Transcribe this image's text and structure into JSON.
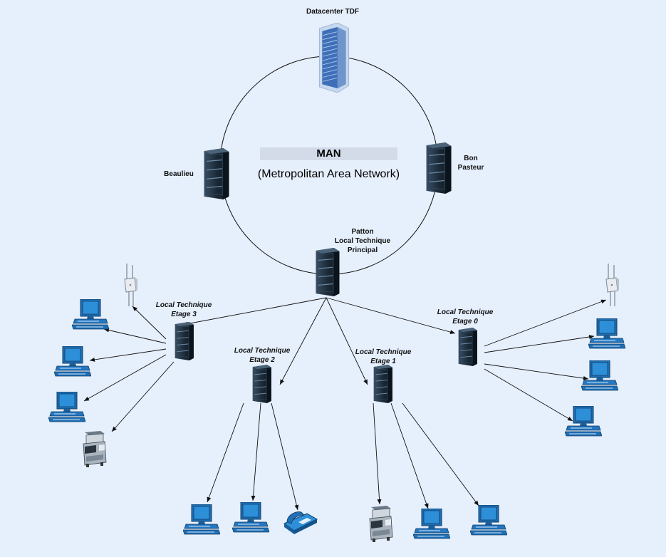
{
  "man": {
    "title": "MAN",
    "subtitle": "(Metropolitan Area Network)"
  },
  "sites": {
    "datacenter": "Datacenter TDF",
    "beaulieu": "Beaulieu",
    "bon_pasteur": "Bon\nPasteur",
    "patton": "Patton\nLocal Technique\nPrincipal"
  },
  "local_techniques": {
    "etage3": "Local Technique\nEtage 3",
    "etage2": "Local Technique\nEtage 2",
    "etage1": "Local Technique\nEtage 1",
    "etage0": "Local Technique\nEtage 0"
  },
  "icons": {
    "datacenter": "server-rack-icon",
    "rack": "server-cabinet-icon",
    "computer": "desktop-computer-icon",
    "printer": "multifunction-printer-icon",
    "phone": "ip-phone-icon",
    "access_point": "wireless-access-point-icon"
  },
  "colors": {
    "background": "#e6effc",
    "device_blue": "#1f6fb5",
    "rack_dark": "#1a2633"
  }
}
